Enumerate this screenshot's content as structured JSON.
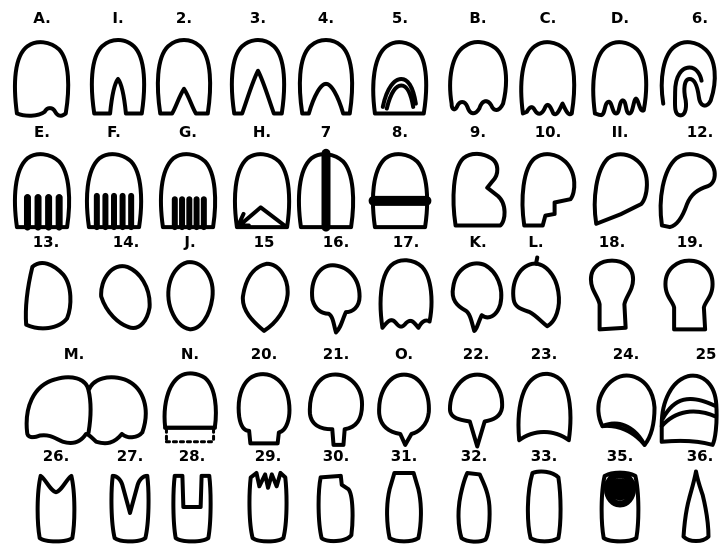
{
  "ink_color": "#000000",
  "paper_color": "#ffffff",
  "rows": [
    {
      "items": [
        {
          "label": "A.",
          "icon": "block-notch-right-icon"
        },
        {
          "label": "I.",
          "icon": "block-center-peak-icon"
        },
        {
          "label": "2.",
          "icon": "block-low-peak-icon"
        },
        {
          "label": "3.",
          "icon": "block-high-peak-icon"
        },
        {
          "label": "4.",
          "icon": "block-arch-notch-icon"
        },
        {
          "label": "5.",
          "icon": "block-inner-arch-icon"
        },
        {
          "label": "B.",
          "icon": "block-two-lobes-icon"
        },
        {
          "label": "C.",
          "icon": "block-three-notches-icon"
        },
        {
          "label": "D.",
          "icon": "block-four-teeth-icon"
        },
        {
          "label": "6.",
          "icon": "block-hook-icon"
        }
      ]
    },
    {
      "items": [
        {
          "label": "E.",
          "icon": "block-four-fingers-icon"
        },
        {
          "label": "F.",
          "icon": "block-five-fingers-icon"
        },
        {
          "label": "G.",
          "icon": "block-comb-icon"
        },
        {
          "label": "H.",
          "icon": "block-inverted-v-icon"
        },
        {
          "label": "7",
          "icon": "block-vertical-bar-icon"
        },
        {
          "label": "8.",
          "icon": "block-horizontal-bar-icon"
        },
        {
          "label": "9.",
          "icon": "block-side-notch-icon"
        },
        {
          "label": "10.",
          "icon": "block-lower-cut-icon"
        },
        {
          "label": "II.",
          "icon": "block-slant-cut-icon"
        },
        {
          "label": "12.",
          "icon": "block-hook-curve-icon"
        }
      ]
    },
    {
      "items": [
        {
          "label": "13.",
          "icon": "polygon-irregular-icon"
        },
        {
          "label": "14.",
          "icon": "polygon-tilted-icon"
        },
        {
          "label": "J.",
          "icon": "polygon-round-icon"
        },
        {
          "label": "15",
          "icon": "polygon-pointed-icon"
        },
        {
          "label": "16.",
          "icon": "polygon-spike-icon"
        },
        {
          "label": "17.",
          "icon": "block-wavy-base-icon"
        },
        {
          "label": "K.",
          "icon": "polygon-lobed-icon"
        },
        {
          "label": "L.",
          "icon": "polygon-tail-icon"
        },
        {
          "label": "18.",
          "icon": "block-stem-icon"
        },
        {
          "label": "19.",
          "icon": "block-stem-wide-icon"
        }
      ]
    },
    {
      "items": [
        {
          "label": "M.",
          "icon": "twin-blocks-icon"
        },
        {
          "label": "N.",
          "icon": "block-dotted-base-icon"
        },
        {
          "label": "20.",
          "icon": "block-wide-stem-icon"
        },
        {
          "label": "21.",
          "icon": "block-narrow-stem-icon"
        },
        {
          "label": "O.",
          "icon": "block-point-icon"
        },
        {
          "label": "22.",
          "icon": "block-spike-icon"
        },
        {
          "label": "23.",
          "icon": "block-dome-icon"
        },
        {
          "label": "24.",
          "icon": "crescent-icon"
        },
        {
          "label": "25",
          "icon": "crescent-split-icon"
        }
      ]
    },
    {
      "items": [
        {
          "label": "26.",
          "icon": "cup-notch-icon"
        },
        {
          "label": "27.",
          "icon": "cup-v-icon"
        },
        {
          "label": "28.",
          "icon": "cup-slot-icon"
        },
        {
          "label": "29.",
          "icon": "cup-crown-icon"
        },
        {
          "label": "30.",
          "icon": "cup-side-notch-icon"
        },
        {
          "label": "31.",
          "icon": "cup-tall-icon"
        },
        {
          "label": "32.",
          "icon": "cup-slant-icon"
        },
        {
          "label": "33.",
          "icon": "cup-plain-icon"
        },
        {
          "label": "35.",
          "icon": "cup-target-icon"
        },
        {
          "label": "36.",
          "icon": "cup-spire-icon"
        }
      ]
    }
  ]
}
